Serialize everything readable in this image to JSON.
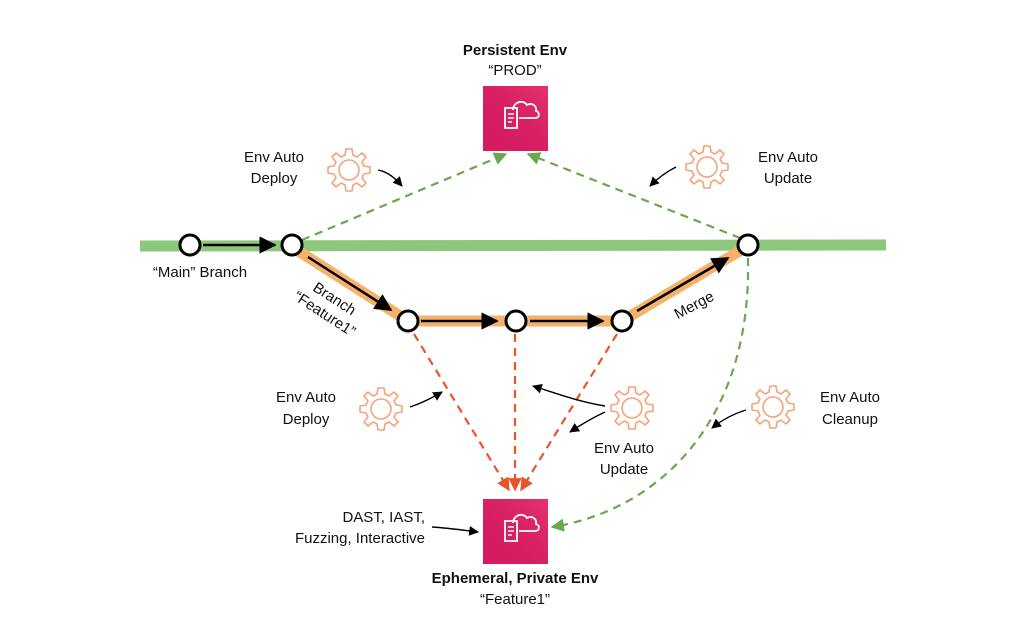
{
  "persistent_env": {
    "title": "Persistent Env",
    "subtitle": "“PROD”"
  },
  "ephemeral_env": {
    "title": "Ephemeral, Private Env",
    "subtitle": "“Feature1”"
  },
  "main_branch": {
    "label": "“Main” Branch"
  },
  "feature_branch": {
    "label_line1": "Branch",
    "label_line2": "“Feature1”"
  },
  "merge": {
    "label": "Merge"
  },
  "gears": {
    "top_left": {
      "line1": "Env Auto",
      "line2": "Deploy"
    },
    "top_right": {
      "line1": "Env Auto",
      "line2": "Update"
    },
    "mid_left": {
      "line1": "Env Auto",
      "line2": "Deploy"
    },
    "mid_center": {
      "line1": "Env Auto",
      "line2": "Update"
    },
    "mid_right": {
      "line1": "Env Auto",
      "line2": "Cleanup"
    }
  },
  "testing": {
    "line1": "DAST, IAST,",
    "line2": "Fuzzing, Interactive"
  },
  "colors": {
    "main_line": "#8dc77b",
    "feature_path": "#f6b26b",
    "env_icon": "#d81b60",
    "gear": "#f4a37a",
    "deploy_dashed": "#e8552b",
    "prod_dashed": "#6aa84f",
    "arrow": "#000000"
  },
  "icons": {
    "env": "cloud-document-icon",
    "gear": "gear-icon"
  }
}
